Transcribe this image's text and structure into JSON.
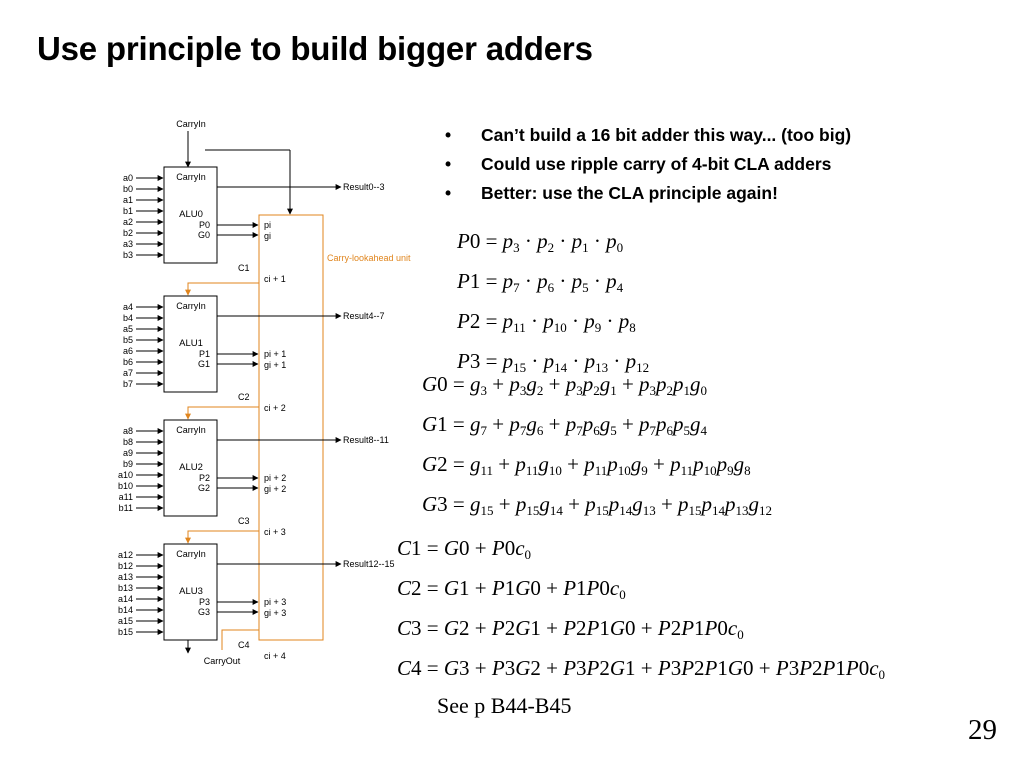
{
  "slide": {
    "title": "Use principle to build bigger adders",
    "page_number": "29",
    "reference": "See p B44-B45"
  },
  "bullets": [
    "Can’t build a 16 bit adder this way... (too big)",
    "Could use ripple carry of 4-bit CLA adders",
    "Better:  use the CLA principle again!"
  ],
  "bullet_symbol": "•",
  "diagram": {
    "carry_in": "CarryIn",
    "carry_out": "CarryOut",
    "cla_label": "Carry-lookahead unit",
    "cla_color": "#e0851d",
    "alus": [
      {
        "name": "ALU0",
        "carry_in": "CarryIn",
        "p": "P0",
        "g": "G0",
        "inputs": [
          "a0",
          "b0",
          "a1",
          "b1",
          "a2",
          "b2",
          "a3",
          "b3"
        ],
        "result": "Result0--3",
        "pi": "pi",
        "gi": "gi",
        "carry": "C1",
        "ci": "ci + 1"
      },
      {
        "name": "ALU1",
        "carry_in": "CarryIn",
        "p": "P1",
        "g": "G1",
        "inputs": [
          "a4",
          "b4",
          "a5",
          "b5",
          "a6",
          "b6",
          "a7",
          "b7"
        ],
        "result": "Result4--7",
        "pi": "pi + 1",
        "gi": "gi + 1",
        "carry": "C2",
        "ci": "ci + 2"
      },
      {
        "name": "ALU2",
        "carry_in": "CarryIn",
        "p": "P2",
        "g": "G2",
        "inputs": [
          "a8",
          "b8",
          "a9",
          "b9",
          "a10",
          "b10",
          "a11",
          "b11"
        ],
        "result": "Result8--11",
        "pi": "pi + 2",
        "gi": "gi + 2",
        "carry": "C3",
        "ci": "ci + 3"
      },
      {
        "name": "ALU3",
        "carry_in": "CarryIn",
        "p": "P3",
        "g": "G3",
        "inputs": [
          "a12",
          "b12",
          "a13",
          "b13",
          "a14",
          "b14",
          "a15",
          "b15"
        ],
        "result": "Result12--15",
        "pi": "pi + 3",
        "gi": "gi + 3",
        "carry": "C4",
        "ci": "ci + 4"
      }
    ]
  },
  "equations": {
    "P": [
      "P0 = p3 · p2 · p1 · p0",
      "P1 = p7 · p6 · p5 · p4",
      "P2 = p11 · p10 · p9 · p8",
      "P3 = p15 · p14 · p13 · p12"
    ],
    "G": [
      "G0 = g3 + p3g2 + p3p2g1 + p3p2p1g0",
      "G1 = g7 + p7g6 + p7p6g5 + p7p6p5g4",
      "G2 = g11 + p11g10 + p11p10g9 + p11p10p9g8",
      "G3 = g15 + p15g14 + p15p14g13 + p15p14p13g12"
    ],
    "C": [
      "C1 = G0 + P0c0",
      "C2 = G1 + P1G0 + P1P0c0",
      "C3 = G2 + P2G1 + P2P1G0 + P2P1P0c0",
      "C4 = G3 + P3G2 + P3P2G1 + P3P2P1G0 + P3P2P1P0c0"
    ]
  }
}
